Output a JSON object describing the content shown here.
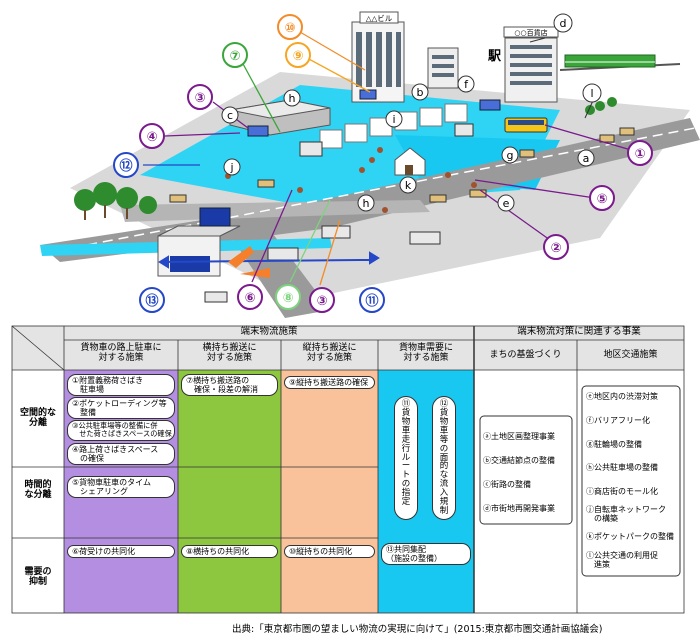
{
  "scene": {
    "building_labels": {
      "bill": "△△ビル",
      "store": "○○百貨店",
      "station": "駅"
    },
    "markers": [
      {
        "id": "m1",
        "text": "①",
        "color": "#7a1a8c"
      },
      {
        "id": "m2",
        "text": "②",
        "color": "#7a1a8c"
      },
      {
        "id": "m3a",
        "text": "③",
        "color": "#7a1a8c"
      },
      {
        "id": "m3b",
        "text": "③",
        "color": "#f28c28"
      },
      {
        "id": "m4",
        "text": "④",
        "color": "#7a1a8c"
      },
      {
        "id": "m5",
        "text": "⑤",
        "color": "#7a1a8c"
      },
      {
        "id": "m6",
        "text": "⑥",
        "color": "#7a1a8c"
      },
      {
        "id": "m7",
        "text": "⑦",
        "color": "#3aa63a"
      },
      {
        "id": "m8",
        "text": "⑧",
        "color": "#7ed37e"
      },
      {
        "id": "m9",
        "text": "⑨",
        "color": "#f5a623"
      },
      {
        "id": "m10",
        "text": "⑩",
        "color": "#f28c28"
      },
      {
        "id": "m11",
        "text": "⑪",
        "color": "#2548c8"
      },
      {
        "id": "m12",
        "text": "⑫",
        "color": "#2548c8"
      },
      {
        "id": "m13",
        "text": "⑬",
        "color": "#2548c8"
      }
    ],
    "letters": [
      {
        "id": "la",
        "text": "a"
      },
      {
        "id": "lb",
        "text": "b"
      },
      {
        "id": "lc",
        "text": "c"
      },
      {
        "id": "ld",
        "text": "d"
      },
      {
        "id": "le",
        "text": "e"
      },
      {
        "id": "lf",
        "text": "f"
      },
      {
        "id": "lg",
        "text": "g"
      },
      {
        "id": "lh1",
        "text": "h"
      },
      {
        "id": "lh2",
        "text": "h"
      },
      {
        "id": "li",
        "text": "i"
      },
      {
        "id": "lj",
        "text": "j"
      },
      {
        "id": "lk",
        "text": "k"
      },
      {
        "id": "ll",
        "text": "l"
      }
    ]
  },
  "table": {
    "header_group_left": "端末物流施策",
    "header_group_right": "端末物流対策に関連する事業",
    "col_onstreet": "貨物車の路上駐車に\n対する施策",
    "col_horizontal": "横持ち搬送に\n対する施策",
    "col_vertical": "縦持ち搬送に\n対する施策",
    "col_demand": "貨物車需要に\n対する施策",
    "col_town": "まちの基盤づくり",
    "col_traffic": "地区交通施策",
    "row_spatial": "空間的な\n分離",
    "row_temporal": "時間的\nな分離",
    "row_demand": "需要の\n抑制",
    "onstreet_items": [
      "①附置義務荷さばき\n　駐車場",
      "②ポケットローディング等\n　整備",
      "③公共駐車場等の整備に併\n　せた荷さばきスペースの確保",
      "④路上荷さばきスペース\n　の確保"
    ],
    "onstreet_time": "⑤貨物車駐車のタイム\n　シェアリング",
    "onstreet_demand": "⑥荷受けの共同化",
    "horizontal_items": "⑦横持ち搬送路の\n　確保・段差の解消",
    "horizontal_demand": "⑧横持ちの共同化",
    "vertical_items": "⑨縦持ち搬送路の確保",
    "vertical_demand": "⑩縦持ちの共同化",
    "demand_v1": "⑪貨物車走行ルートの指定",
    "demand_v2": "⑫貨物車等の面的な流入規制",
    "demand_joint": "⑬共同集配\n（施設の整備）",
    "town_items": [
      "ⓐ土地区画整理事業",
      "ⓑ交通結節点の整備",
      "ⓒ街路の整備",
      "ⓓ市街地再開発事業"
    ],
    "traffic_items": [
      "ⓔ地区内の渋滞対策",
      "ⓕバリアフリー化",
      "ⓖ駐輪場の整備",
      "ⓗ公共駐車場の整備",
      "ⓘ商店街のモール化",
      "ⓙ自転車ネットワーク\n　の構築",
      "ⓚポケットパークの整備",
      "ⓛ公共交通の利用促\n　進策"
    ]
  },
  "credit": "出典:「東京都市圏の望ましい物流の実現に向けて」(2015:東京都市圏交通計画協議会)",
  "colors": {
    "purple_col": "#b48ee0",
    "green_col": "#8dc63f",
    "orange_col": "#f9c29b",
    "cyan_col": "#19c8f0",
    "header_bg": "#e4e4e4",
    "ground_cyan": "#2fd4f5",
    "road_gray": "#9a9a9a"
  }
}
